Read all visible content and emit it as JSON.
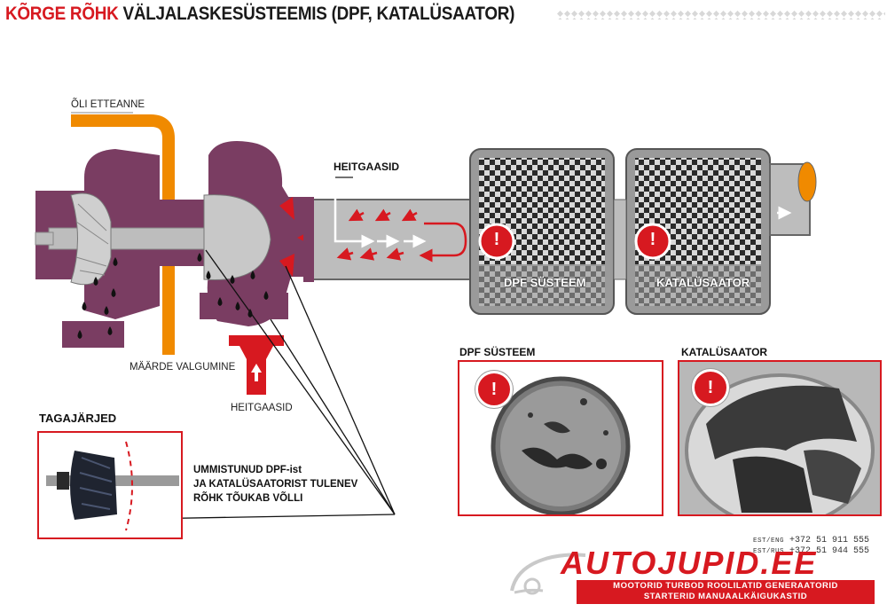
{
  "title": {
    "highlight": "KÕRGE RÕHK",
    "rest": "VÄLJALASKESÜSTEEMIS (DPF, KATALÜSAATOR)"
  },
  "labels": {
    "oil_supply": "ÕLI ETTEANNE",
    "lube_drain": "MÄÄRDE VALGUMINE",
    "exhaust_bottom": "HEITGAASID",
    "exhaust_top": "HEITGAASID",
    "dpf_box": "DPF SÜSTEEM",
    "cat_box": "KATALÜSAATOR",
    "dpf_photo_title": "DPF SÜSTEEM",
    "cat_photo_title": "KATALÜSAATOR",
    "consequences_title": "TAGAJÄRJED",
    "consequences_text": [
      "UMMISTUNUD DPF-ist",
      "JA KATALÜSAATORIST TULENEV",
      "RÕHK TÕUKAB VÕLLI"
    ]
  },
  "warning_symbol": "!",
  "contact": {
    "line1_prefix": "EST/ENG",
    "line1_phone": "+372 51 911 555",
    "line2_prefix": "EST/RUS",
    "line2_phone": "+372 51 944 555"
  },
  "brand": {
    "name": "AUTOJUPID",
    "domain": ".EE",
    "tagline_1": "MOOTORID TURBOD ROOLILATID GENERAATORID",
    "tagline_2": "STARTERID MANUAALKÄIGUKASTID"
  },
  "colors": {
    "accent_red": "#d71920",
    "turbo_purple": "#7a3d62",
    "oil_orange": "#f08a00",
    "shaft_grey": "#bdbdbd"
  }
}
